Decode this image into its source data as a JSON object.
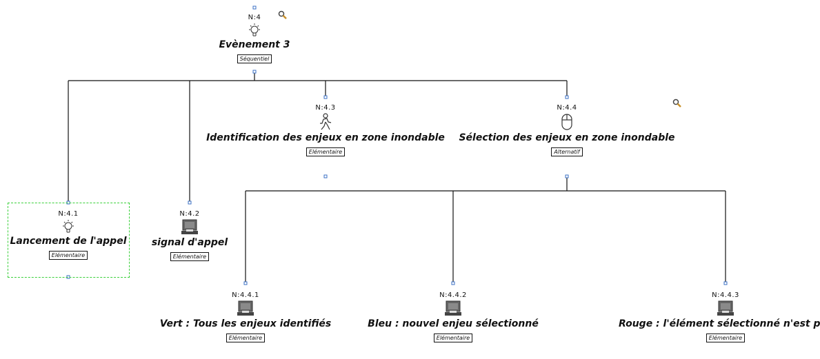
{
  "tree": {
    "root": {
      "id": "N:4",
      "title": "Evènement 3",
      "type": "Séquentiel",
      "icon": "lightbulb-icon"
    },
    "nodes": [
      {
        "key": "n41",
        "id": "N:4.1",
        "title": "Lancement de l'appel",
        "type": "Elémentaire",
        "icon": "lightbulb-icon",
        "selected": true
      },
      {
        "key": "n42",
        "id": "N:4.2",
        "title": "signal d'appel",
        "type": "Elémentaire",
        "icon": "computer-icon"
      },
      {
        "key": "n43",
        "id": "N:4.3",
        "title": "Identification des enjeux en zone inondable",
        "type": "Elémentaire",
        "icon": "user-figure-icon"
      },
      {
        "key": "n44",
        "id": "N:4.4",
        "title": "Sélection des enjeux en zone inondable",
        "type": "Alternatif",
        "icon": "mouse-icon"
      },
      {
        "key": "n441",
        "id": "N:4.4.1",
        "title": "Vert : Tous les enjeux identifiés",
        "type": "Elémentaire",
        "icon": "computer-icon"
      },
      {
        "key": "n442",
        "id": "N:4.4.2",
        "title": "Bleu : nouvel enjeu sélectionné",
        "type": "Elémentaire",
        "icon": "computer-icon"
      },
      {
        "key": "n443",
        "id": "N:4.4.3",
        "title": "Rouge : l'élément sélectionné n'est pas",
        "type": "Elémentaire",
        "icon": "computer-icon"
      }
    ]
  },
  "colors": {
    "line": "#111111",
    "handle": "#3a6fc4",
    "selection": "#39d039"
  }
}
